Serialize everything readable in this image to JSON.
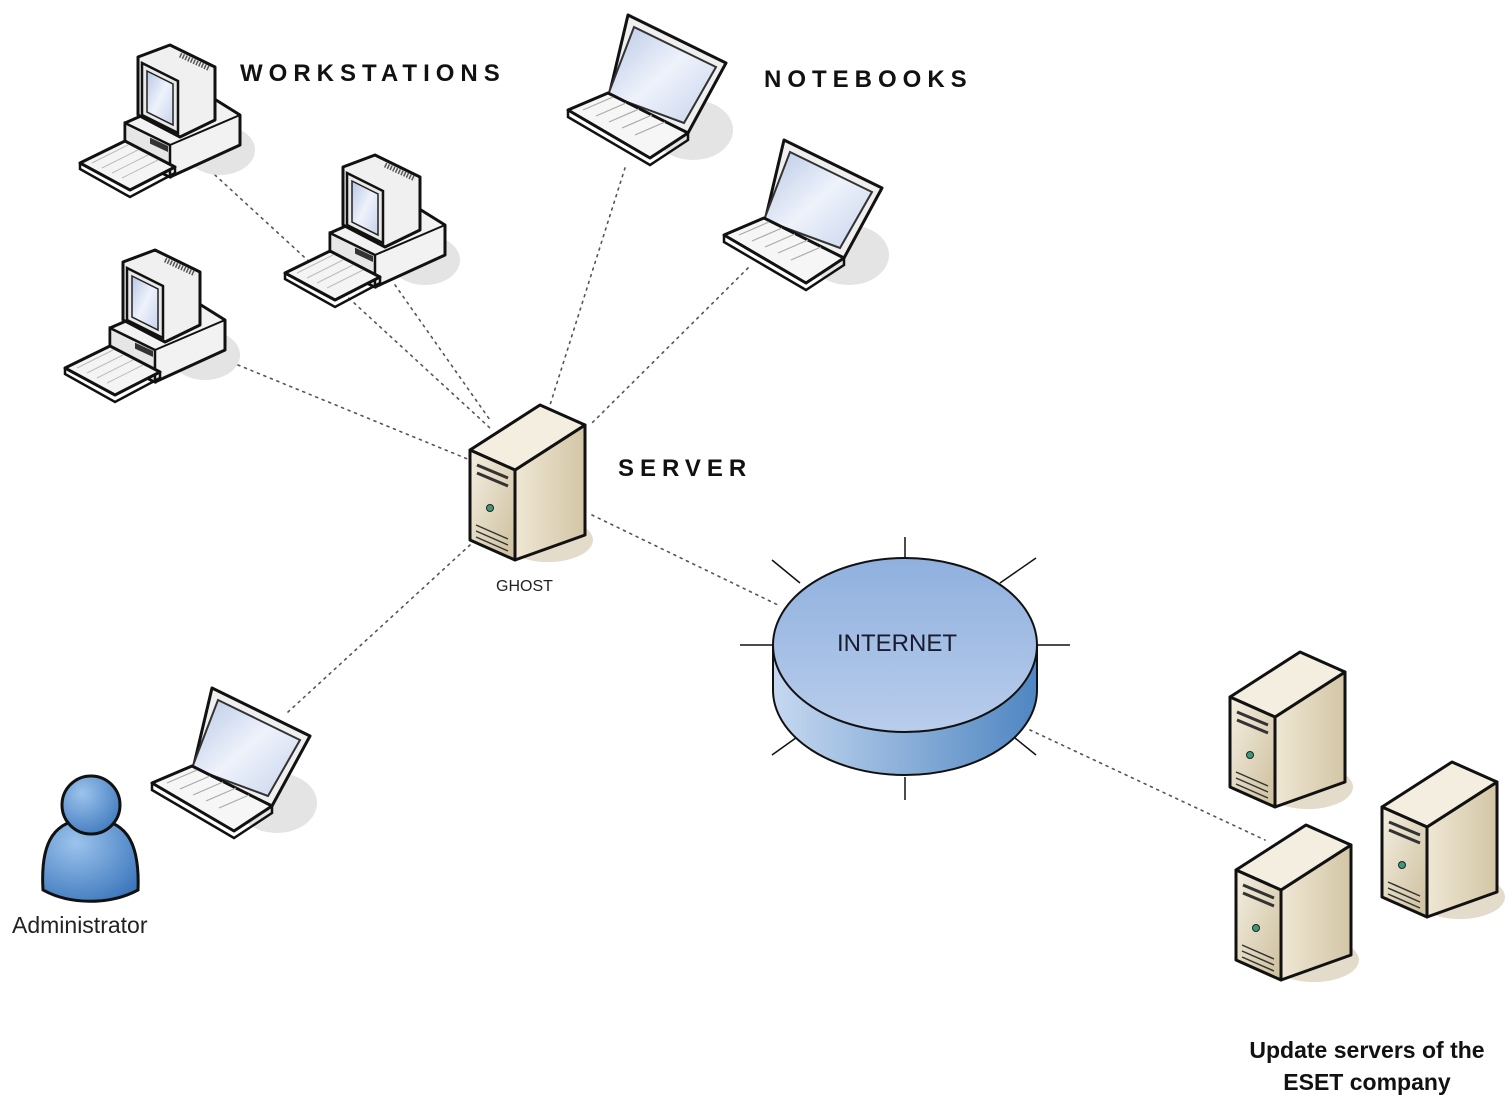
{
  "labels": {
    "workstations": "WORKSTATIONS",
    "notebooks": "NOTEBOOKS",
    "server": "SERVER",
    "server_name": "GHOST",
    "internet": "INTERNET",
    "administrator": "Administrator",
    "update_servers_line1": "Update servers of the",
    "update_servers_line2": "ESET company"
  },
  "colors": {
    "server_beige": "#e6dcc3",
    "internet_blue": "#8fb0de",
    "person_blue": "#4a86c8",
    "connection_line": "#555555"
  }
}
